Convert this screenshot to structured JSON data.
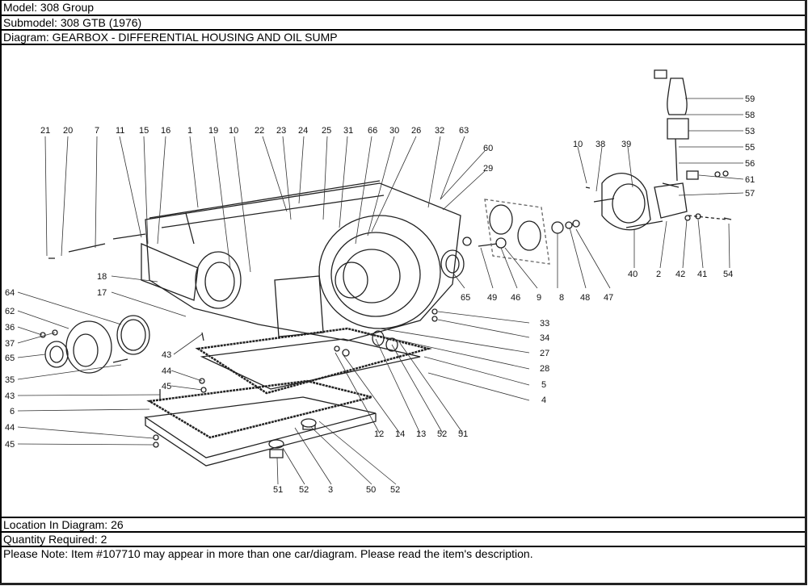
{
  "header": {
    "model": "Model: 308 Group",
    "submodel": "Submodel: 308 GTB (1976)",
    "diagram": "Diagram: GEARBOX - DIFFERENTIAL HOUSING AND OIL SUMP"
  },
  "footer": {
    "location": "Location In Diagram: 26",
    "quantity": "Quantity Required: 2",
    "note": "Please Note: Item #107710 may appear in more than one car/diagram. Please read the item's description."
  },
  "callouts": {
    "top_row": [
      "21",
      "20",
      "7",
      "11",
      "15",
      "16",
      "1",
      "19",
      "10",
      "22",
      "23",
      "24",
      "25",
      "31",
      "66",
      "30",
      "26",
      "32",
      "63"
    ],
    "right_upper": [
      "60",
      "29"
    ],
    "middle_row": [
      "65",
      "49",
      "46",
      "9",
      "8",
      "48",
      "47"
    ],
    "speedo_stack": [
      "59",
      "58",
      "53",
      "55",
      "56",
      "61",
      "57"
    ],
    "speedo_housing": [
      "10",
      "38",
      "39"
    ],
    "speedo_bottom": [
      "40",
      "2",
      "42",
      "41",
      "54"
    ],
    "left_column": [
      "64",
      "62",
      "36",
      "37",
      "65",
      "35",
      "43",
      "6",
      "44",
      "45"
    ],
    "left_inner": [
      "18",
      "17",
      "43",
      "44",
      "45"
    ],
    "right_column": [
      "33",
      "34",
      "27",
      "28",
      "5",
      "4"
    ],
    "bottom_inner": [
      "12",
      "14",
      "13",
      "52",
      "51"
    ],
    "bottom_row": [
      "51",
      "52",
      "3",
      "50",
      "52"
    ]
  }
}
